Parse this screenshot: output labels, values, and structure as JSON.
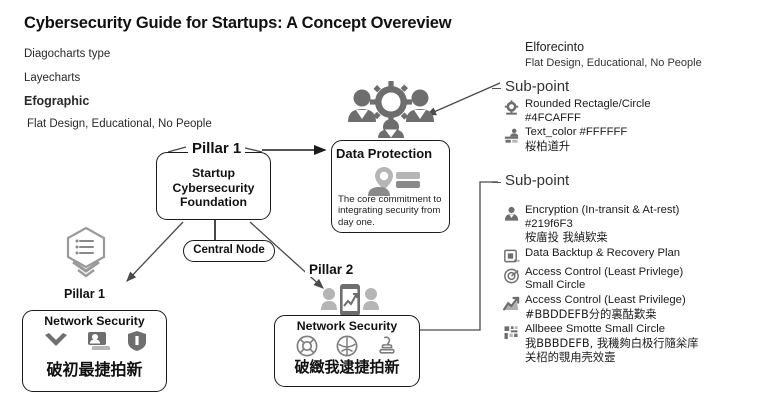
{
  "title": "Cybersecurity Guide for Startups:  A Concept Overeview",
  "left_meta": [
    "Diagocharts type",
    "Layecharts",
    "Efographic",
    "Flat Design, Educational, No People"
  ],
  "right_panel": {
    "heading": "Elforecinto",
    "subheading": "Flat Design, Educational, No People",
    "sections": [
      {
        "label": "Sub-point",
        "items": [
          {
            "icon": "gear-badge-icon",
            "lines": [
              "Rounded Rectagle/Circle",
              "#4FCAFFF"
            ]
          },
          {
            "icon": "presenter-people-icon",
            "lines": [
              "Text_color #FFFFFF",
              "桜柏道升"
            ]
          }
        ]
      },
      {
        "label": "Sub-point",
        "items": [
          {
            "icon": "person-icon",
            "lines": [
              "Encryption (In-transit & At-rest)",
              "#219f6F3",
              "桉庿投 我緽欵桒"
            ]
          },
          {
            "icon": "copy-duplicate-icon",
            "lines": [
              "Data Backtup & Recovery Plan"
            ]
          },
          {
            "icon": "target-circle-icon",
            "lines": [
              "Access Control (Least Privlege)",
              "Small Circle"
            ]
          },
          {
            "icon": "chart-arrow-up-icon",
            "lines": [
              "Access Control (Least Privilege)",
              "#BBDDEFB分的裏酤歎桒"
            ]
          },
          {
            "icon": "dashboard-grid-icon",
            "lines": [
              "Allbeee Smotte Small Circle",
              "我BBBDEFB, 我穖夠白极行隨枀庠",
              "关柖的覨甪壳效壼"
            ]
          }
        ]
      }
    ]
  },
  "diagram": {
    "foundation": {
      "label": "Pillar 1",
      "text": "Startup\nCybersecurity\nFoundation"
    },
    "central_node": {
      "label": "Central Node"
    },
    "data_protection": {
      "title": "Data Protection",
      "icon": "location-server-icon",
      "description": "The core commitment to integrating  security from day one."
    },
    "pillar_left": {
      "label": "Pillar 1",
      "heading": "Network Security",
      "cjk": "破初最捷拍新",
      "icons": [
        "chevron-down-icon",
        "screen-share-icon",
        "shield-icon"
      ],
      "top_icon": "hexagon-list-download-icon"
    },
    "pillar_right": {
      "label": "Pillar 2",
      "heading": "Network Security",
      "cjk": "破緻我逮捷拍新",
      "icons": [
        "lifebuoy-icon",
        "umbrella-shield-icon",
        "stamp-icon"
      ],
      "top_icon": "team-dashboard-icon"
    },
    "top_icon": "team-gear-icon"
  },
  "colors": {
    "stroke": "#1b1b1b",
    "icon_gray": "#8a8a8a",
    "background": "#ffffff",
    "connector": "#4a4a4a"
  }
}
